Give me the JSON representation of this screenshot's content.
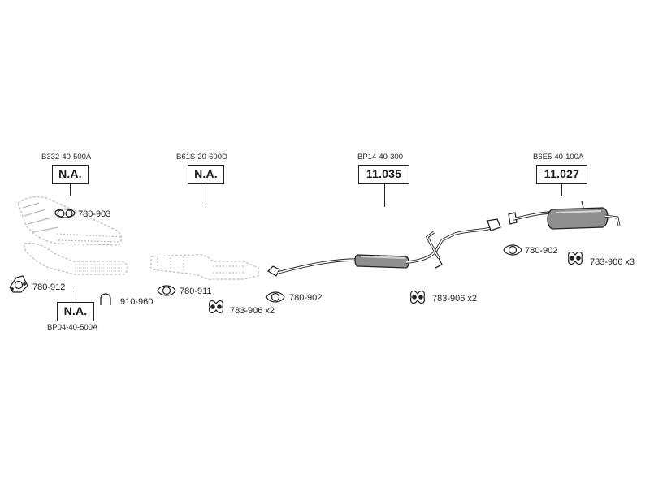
{
  "parts": [
    {
      "id": "front-pipe",
      "ref": "B332-40-500A",
      "price": "N.A."
    },
    {
      "id": "cat-converter",
      "ref": "B61S-20-600D",
      "price": "N.A."
    },
    {
      "id": "middle-pipe",
      "ref": "BP14-40-300",
      "price": "11.035"
    },
    {
      "id": "rear-muffler",
      "ref": "B6E5-40-100A",
      "price": "11.027"
    },
    {
      "id": "manifold-pipe",
      "ref": "BP04-40-500A",
      "price": "N.A."
    }
  ],
  "accessories": [
    {
      "id": "gasket-780-903",
      "label": "780-903"
    },
    {
      "id": "gasket-780-912",
      "label": "780-912"
    },
    {
      "id": "clamp-910-960",
      "label": "910-960"
    },
    {
      "id": "gasket-780-911",
      "label": "780-911"
    },
    {
      "id": "hanger-783-906-a",
      "label": "783-906 x2"
    },
    {
      "id": "gasket-780-902-a",
      "label": "780-902"
    },
    {
      "id": "hanger-783-906-b",
      "label": "783-906 x2"
    },
    {
      "id": "gasket-780-902-b",
      "label": "780-902"
    },
    {
      "id": "hanger-783-906-c",
      "label": "783-906 x3"
    }
  ]
}
